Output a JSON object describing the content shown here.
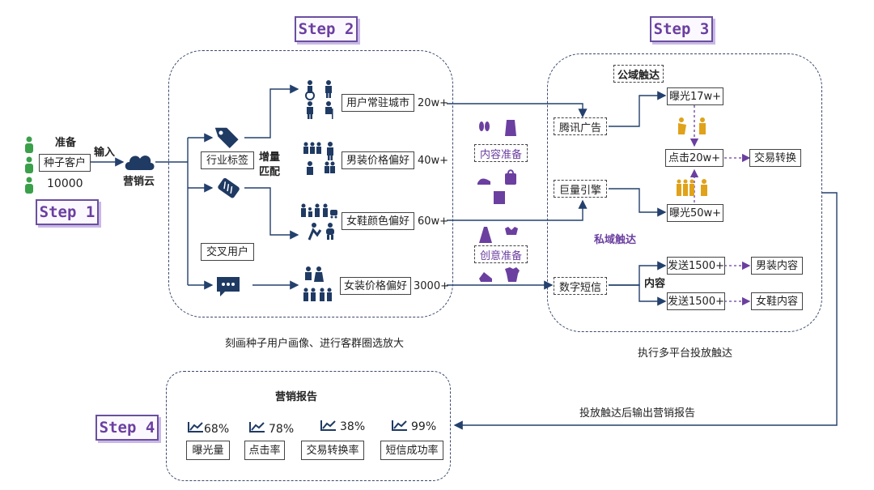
{
  "steps": {
    "s1": "Step 1",
    "s2": "Step 2",
    "s3": "Step 3",
    "s4": "Step 4"
  },
  "seed": {
    "prepare": "准备",
    "customer": "种子客户",
    "count": "10000",
    "input": "输入",
    "cloud": "营销云"
  },
  "step2": {
    "industry_tag": "行业标签",
    "increment_match": "增量\n匹配",
    "cross_users": "交叉用户",
    "caption": "刻画种子用户画像、进行客群圈选放大",
    "segments": [
      {
        "label": "用户常驻城市",
        "value": "20w+"
      },
      {
        "label": "男装价格偏好",
        "value": "40w+"
      },
      {
        "label": "女鞋颜色偏好",
        "value": "60w+"
      },
      {
        "label": "女装价格偏好",
        "value": "3000+"
      }
    ],
    "content_prep": "内容准备",
    "creative_prep": "创意准备"
  },
  "step3": {
    "public_domain": "公域触达",
    "private_domain": "私域触达",
    "tencent_ads": "腾讯广告",
    "ocean_engine": "巨量引擎",
    "sms": "数字短信",
    "exposure1": "曝光17w+",
    "click": "点击20w+",
    "exposure2": "曝光50w+",
    "transaction": "交易转换",
    "content": "内容",
    "send1": "发送1500+",
    "send2": "发送1500+",
    "men_content": "男装内容",
    "women_shoes_content": "女鞋内容",
    "caption": "执行多平台投放触达"
  },
  "report_arrow_label": "投放触达后输出营销报告",
  "report": {
    "title": "营销报告",
    "metrics": [
      {
        "value": "68%",
        "label": "曝光量"
      },
      {
        "value": "78%",
        "label": "点击率"
      },
      {
        "value": "38%",
        "label": "交易转换率"
      },
      {
        "value": "99%",
        "label": "短信成功率"
      }
    ]
  },
  "colors": {
    "accent_purple": "#6b3fa0",
    "navy": "#1f3a63",
    "green": "#3aa04a",
    "gold": "#e0a21a",
    "line": "#24406d"
  }
}
